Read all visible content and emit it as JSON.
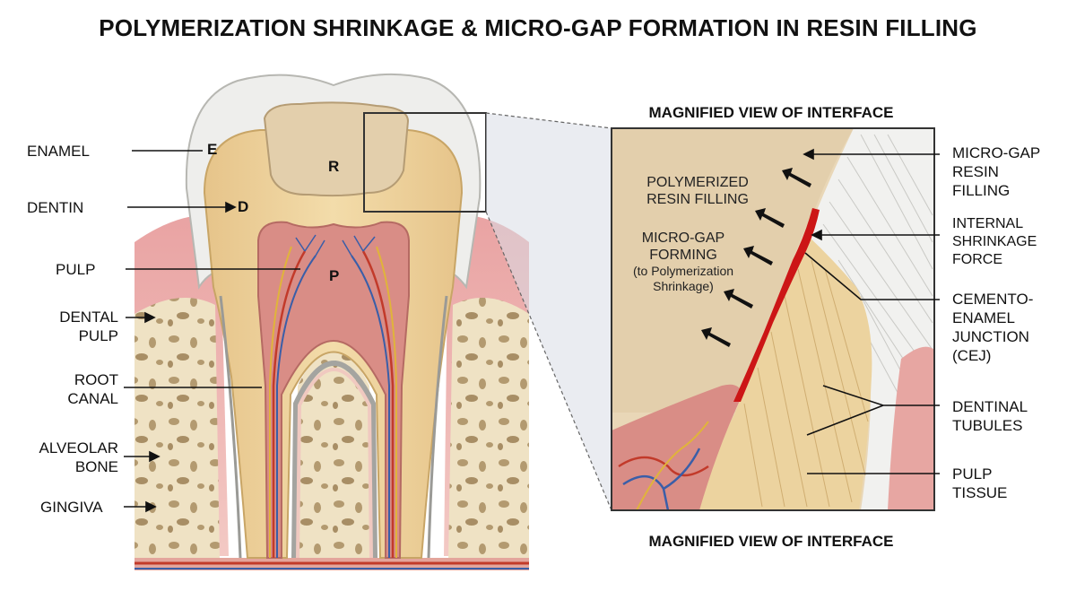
{
  "title": "POLYMERIZATION SHRINKAGE & MICRO-GAP FORMATION IN RESIN FILLING",
  "left_labels": {
    "enamel": "ENAMEL",
    "dentin": "DENTIN",
    "pulp": "PULP",
    "dental_pulp_1": "DENTAL",
    "dental_pulp_2": "PULP",
    "root_canal_1": "ROOT",
    "root_canal_2": "CANAL",
    "alveolar_bone_1": "ALVEOLAR",
    "alveolar_bone_2": "BONE",
    "gingiva": "GINGIVA"
  },
  "markers": {
    "e": "E",
    "d": "D",
    "r": "R",
    "p": "P"
  },
  "magnified": {
    "heading_top": "MAGNIFIED VIEW OF INTERFACE",
    "heading_bottom": "MAGNIFIED VIEW OF INTERFACE",
    "inner_polymerized_1": "POLYMERIZED",
    "inner_polymerized_2": "RESIN FILLING",
    "inner_gap_1": "MICRO-GAP",
    "inner_gap_2": "FORMING",
    "inner_gap_3": "(to Polymerization",
    "inner_gap_4": "Shrinkage)"
  },
  "right_labels": {
    "micro_gap_1": "MICRO-GAP",
    "micro_gap_2": "RESIN",
    "micro_gap_3": "FILLING",
    "internal_1": "INTERNAL",
    "internal_2": "SHRINKAGE",
    "internal_3": "FORCE",
    "cej_1": "CEMENTO-",
    "cej_2": "ENAMEL",
    "cej_3": "JUNCTION",
    "cej_4": "(CEJ)",
    "tubules_1": "DENTINAL",
    "tubules_2": "TUBULES",
    "pulp_tissue_1": "PULP",
    "pulp_tissue_2": "TISSUE"
  },
  "colors": {
    "enamel": "#eeeeec",
    "dentin": "#ecd39f",
    "resin": "#e3cfac",
    "pulp": "#d98d86",
    "gingiva": "#eeb6b4",
    "bone": "#efe2c4",
    "bone_pore": "#a6906a",
    "gap": "#cc1616",
    "vessel_red": "#c23a2a",
    "vessel_blue": "#3a5ea8",
    "nerve": "#e0b43a"
  }
}
